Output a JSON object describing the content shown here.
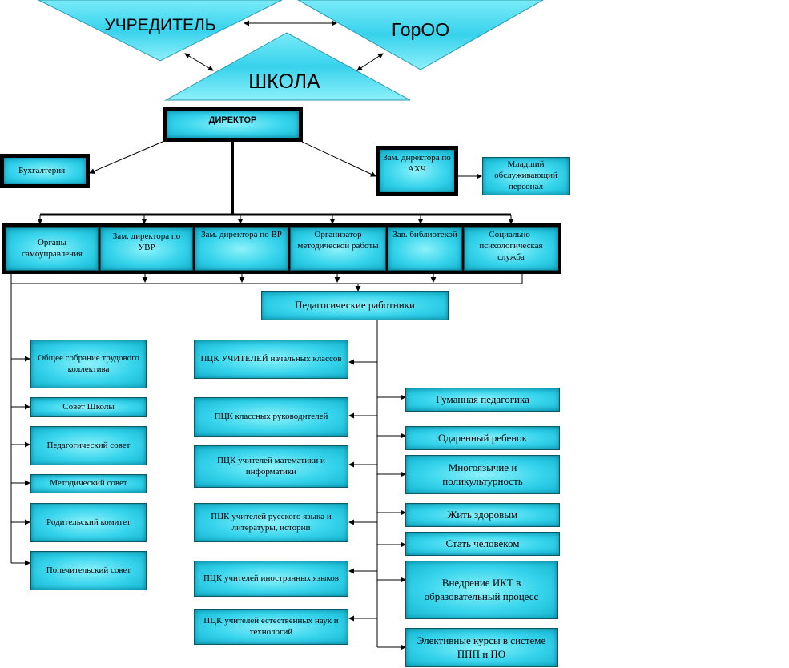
{
  "top": {
    "founder": "УЧРЕДИТЕЛЬ",
    "goroo": "ГорОО",
    "school": "ШКОЛА"
  },
  "admin": {
    "director": "ДИРЕКТОР",
    "accounting": "Бухгалтерия",
    "deputy_ahch": "Зам. директора по АХЧ",
    "junior_staff": "Младший обслуживающий персонал"
  },
  "row": {
    "self_government": "Органы самоуправления",
    "deputy_uvr": "Зам. директора по УВР",
    "deputy_vr": "Зам. директора по ВР",
    "method_organizer": "Организатор методической работы",
    "library_head": "Зав. библиотекой",
    "social_service": "Социально-психологическая служба"
  },
  "pedagogical_staff": "Педагогические работники",
  "councils": [
    "Общее собрание трудового коллектива",
    "Совет Школы",
    "Педагогический совет",
    "Методический совет",
    "Родительский комитет",
    "Попечительский совет"
  ],
  "pck": [
    "ПЦК УЧИТЕЛЕЙ начальных классов",
    "ПЦК классных руководителей",
    "ПЦК учителей математики и информатики",
    "ПЦК учителей русского языка и литературы, истории",
    "ПЦК учителей иностранных языков",
    "ПЦК учителей естественных наук и технологий"
  ],
  "projects": [
    "Гуманная  педагогика",
    "Одаренный ребенок",
    "Многоязычие и поликультурность",
    "Жить здоровым",
    "Стать человеком",
    "Внедрение ИКТ в образовательный процесс",
    "Элективные курсы в системе ППП и ПО"
  ]
}
